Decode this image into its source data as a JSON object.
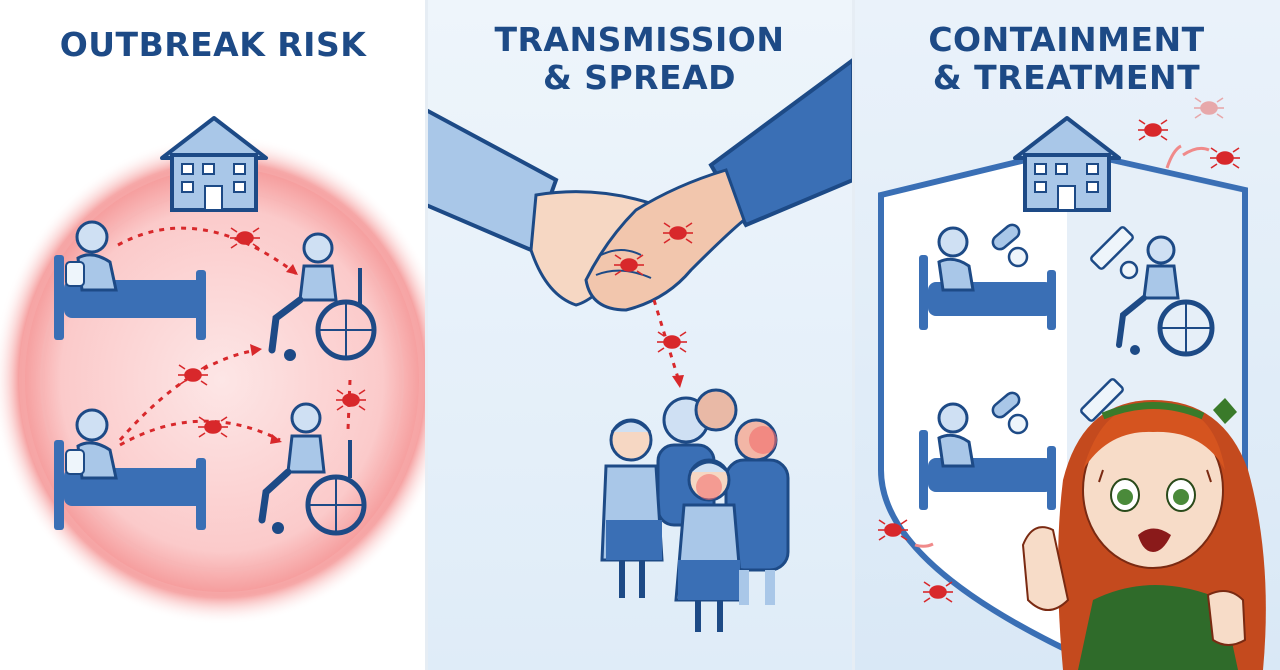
{
  "panels": [
    {
      "title": "OUTBREAK RISK"
    },
    {
      "title_line1": "TRANSMISSION",
      "title_line2": "& SPREAD"
    },
    {
      "title_line1": "CONTAINMENT",
      "title_line2": "& TREATMENT"
    }
  ],
  "colors": {
    "navy": "#1d4a86",
    "blue": "#3a6fb5",
    "light_blue": "#a9c7e8",
    "risk_red": "#f26a6a",
    "mite_red": "#d8282b",
    "shield_white": "#ffffff"
  }
}
